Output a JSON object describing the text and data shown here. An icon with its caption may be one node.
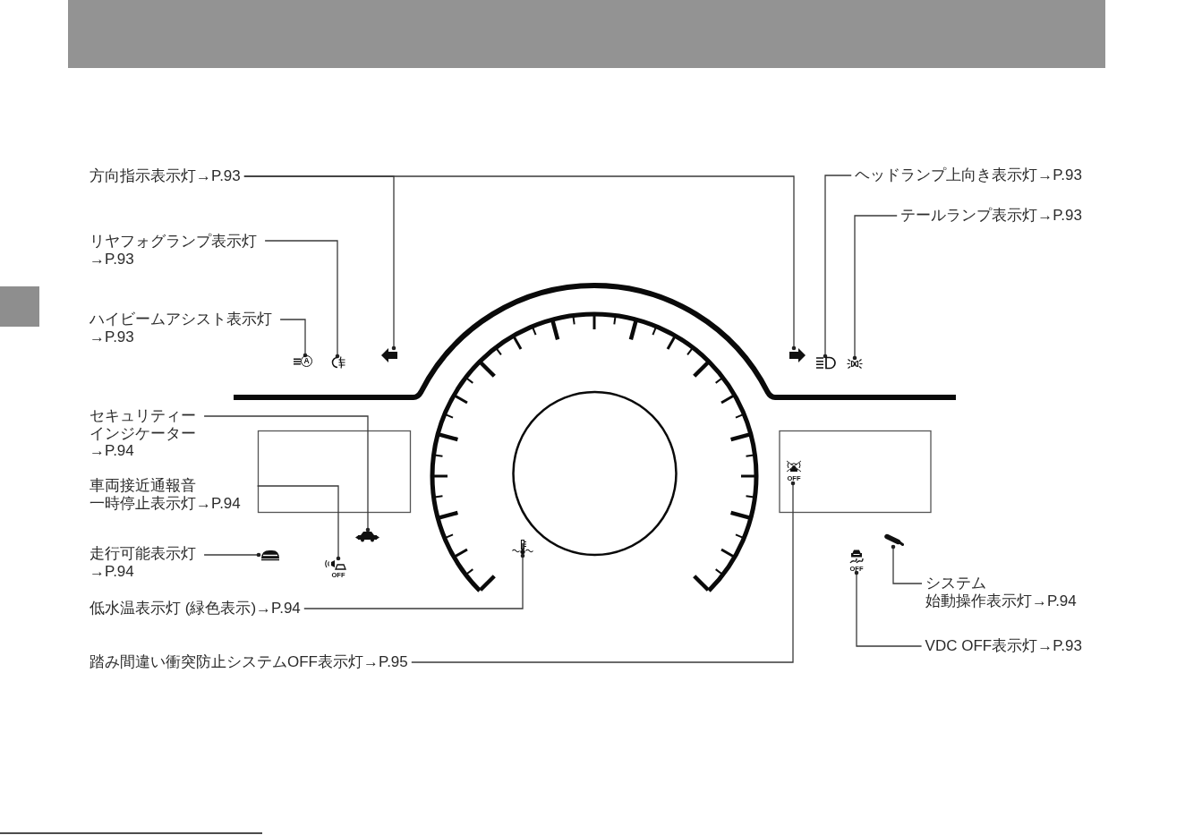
{
  "diagram": {
    "nodes": [
      {
        "text": [
          "方向指示表示灯→P.93"
        ]
      },
      {
        "text": [
          "ヘッドランプ上向き表示灯→P.93"
        ]
      },
      {
        "text": [
          "テールランプ表示灯→P.93"
        ]
      },
      {
        "text": [
          "リヤフォグランプ表示灯→P.93"
        ]
      },
      {
        "text": [
          "ハイビームアシスト表示灯→P.93"
        ]
      },
      {
        "text": [
          "A"
        ]
      },
      {
        "text": [],
        "shape": "picture"
      },
      {
        "text": [],
        "shape": "arrow"
      },
      {
        "text": [],
        "shape": "arrow"
      },
      {
        "text": [],
        "shape": "picture"
      },
      {
        "text": [],
        "shape": "picture"
      },
      {
        "text": [
          "セキュリティーインジケーター→P.94"
        ]
      },
      {
        "text": [
          "車両接近通報音一時停止表示灯→P.94"
        ]
      },
      {
        "text": [
          "OFF"
        ]
      },
      {
        "text": [],
        "shape": "picture"
      },
      {
        "text": [],
        "shape": "picture"
      },
      {
        "text": [
          "走行可能表示灯→P.94"
        ]
      },
      {
        "text": [],
        "shape": "picture"
      },
      {
        "text": [],
        "shape": "picture"
      },
      {
        "text": [
          "OFF"
        ]
      },
      {
        "text": [
          "OFF"
        ]
      },
      {
        "text": [
          "システム始動操作表示灯→P.94"
        ]
      },
      {
        "text": [
          "低水温表示灯 (緑色表示)→P.94"
        ]
      },
      {
        "text": [
          "踏み間違い衝突防止システムOFF表示灯→P.95"
        ]
      },
      {
        "text": [
          "VDC OFF表示灯→P.93"
        ]
      }
    ],
    "edges": [
      {
        "from": 0,
        "to": 7,
        "arrow": "other"
      },
      {
        "from": 0,
        "to": 8,
        "arrow": "other"
      },
      {
        "from": 1,
        "to": 9,
        "arrow": "other"
      },
      {
        "from": 2,
        "to": 10,
        "arrow": "other"
      },
      {
        "from": 3,
        "to": 6,
        "arrow": "other"
      },
      {
        "from": 4,
        "to": 5,
        "arrow": "other"
      },
      {
        "from": 11,
        "to": 14,
        "arrow": "other"
      },
      {
        "from": 12,
        "to": 20,
        "arrow": "other"
      },
      {
        "from": 16,
        "to": 17,
        "arrow": "other"
      },
      {
        "from": 22,
        "to": 18,
        "arrow": "other"
      },
      {
        "from": 23,
        "to": 13,
        "arrow": "other"
      },
      {
        "from": 21,
        "to": 15,
        "arrow": "other"
      },
      {
        "from": 24,
        "to": 19,
        "arrow": "other"
      }
    ]
  }
}
